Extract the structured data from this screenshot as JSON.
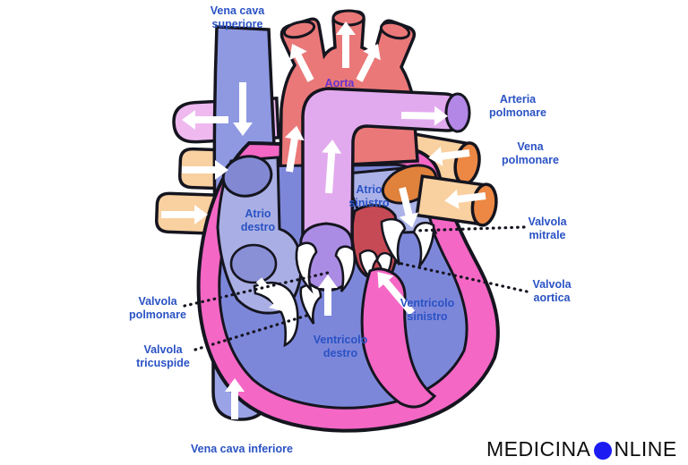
{
  "labels": {
    "vena_cava_superiore": "Vena cava\nsuperiore",
    "aorta": "Aorta",
    "arteria_polmonare": "Arteria\npolmonare",
    "vena_polmonare": "Vena\npolmonare",
    "valvola_mitrale": "Valvola\nmitrale",
    "valvola_aortica": "Valvola\naortica",
    "atrio_destro": "Atrio\ndestro",
    "atrio_sinistro": "Atrio\nsinistro",
    "ventricolo_sinistro": "Ventricolo\nsinistro",
    "ventricolo_destro": "Ventricolo\ndestro",
    "valvola_polmonare": "Valvola\npolmonare",
    "valvola_tricuspide": "Valvola\ntricuspide",
    "vena_cava_inferiore": "Vena cava inferiore"
  },
  "watermark": {
    "text_before_dot": "MEDICINA",
    "dot_icon": "filled-circle",
    "text_after_dot": "NLINE",
    "dot_color": "#1b1bf2",
    "text_color": "#0d0d0d"
  },
  "colors": {
    "label_blue": "#2a52c4",
    "aorta_label_purple": "#6633cc",
    "aorta_red": "#ea7878",
    "aortic_root_red": "#c64a55",
    "heart_wall_pink": "#f467c5",
    "atrium_periwinkle": "#a9afe4",
    "left_atrium_periwinkle": "#abb2e8",
    "ventricle_blue": "#7d87da",
    "vena_cava_blue": "#8f99e2",
    "inferior_vena_cava_blue": "#9aa3e6",
    "pulmonary_trunk_lilac": "#e2aaee",
    "pulmonary_artery_cap_purple": "#b287e6",
    "left_pulmonary_artery_pink": "#efb9f0",
    "pulmonary_vein_orange": "#f9d0a0",
    "vein_cap_orange": "#ec8844",
    "la_vein_opening_orange": "#e0813c",
    "pulmonary_valve_purple": "#ab8ce4",
    "atrium_oval_blue": "#8289d2",
    "fossa_ovalis_blue": "#8a90d6",
    "outline_black": "#15151f",
    "arrow_white": "#ffffff",
    "background": "#ffffff"
  }
}
